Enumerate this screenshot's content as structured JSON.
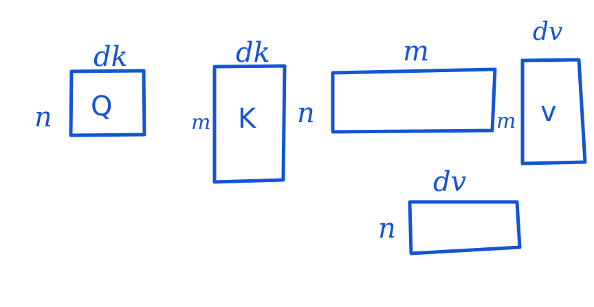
{
  "matrices": {
    "q": {
      "name": "Q",
      "top": "dk",
      "left": "n"
    },
    "k": {
      "name": "K",
      "top": "dk",
      "left": "m"
    },
    "scores": {
      "name": "",
      "top": "m",
      "left": "n"
    },
    "v": {
      "name": "v",
      "top": "dv",
      "left": "m"
    },
    "output": {
      "name": "",
      "top": "dv",
      "left": "n"
    }
  },
  "ink_color": "#1454d6"
}
